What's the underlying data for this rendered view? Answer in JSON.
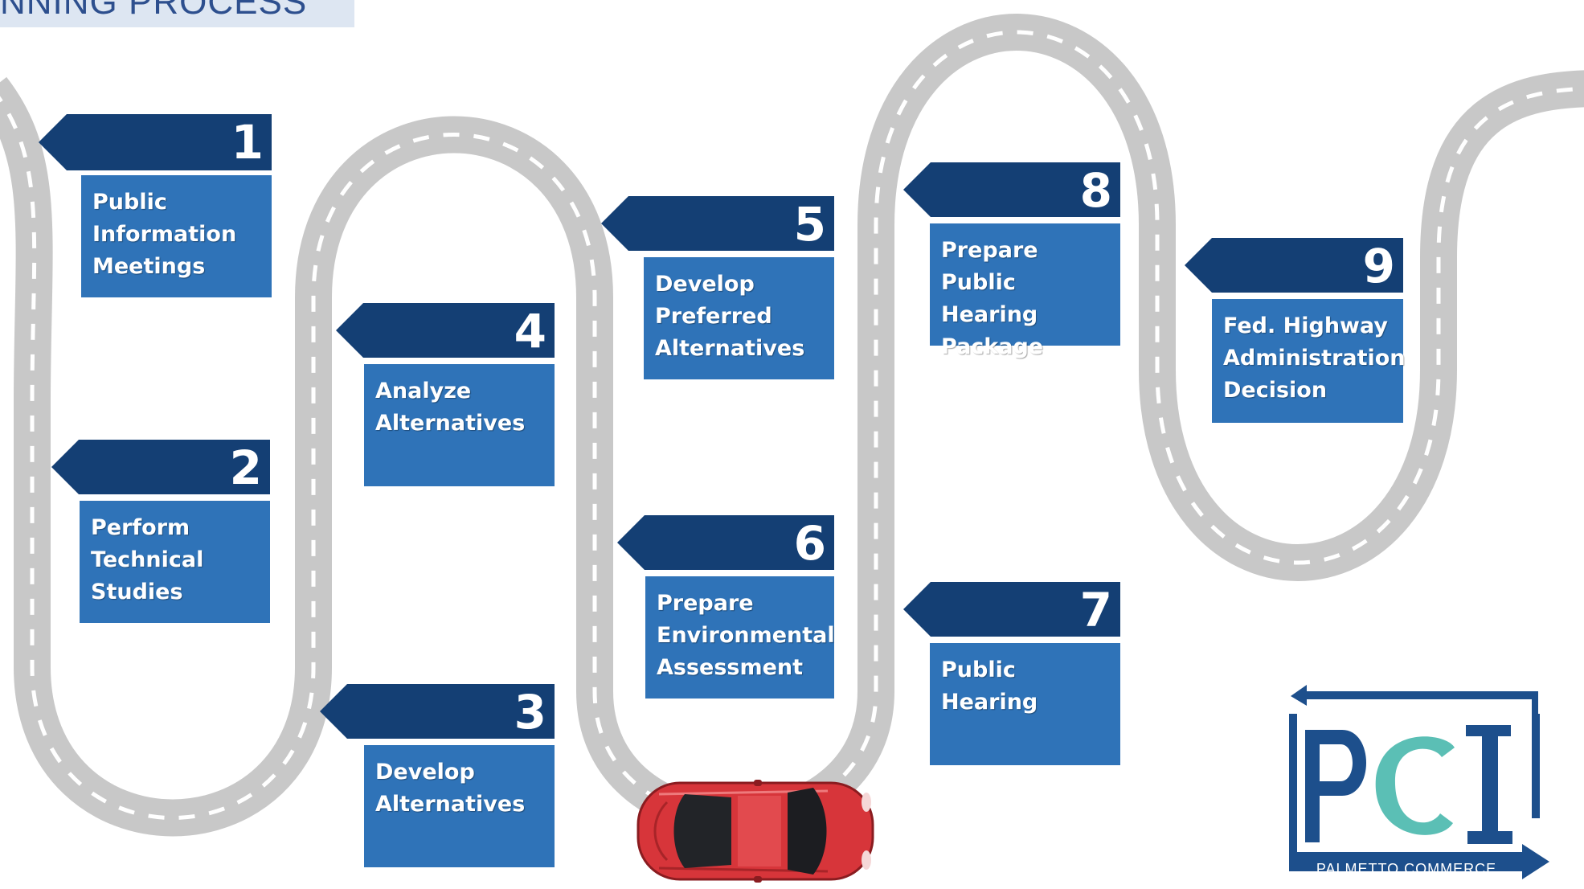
{
  "header": {
    "title": "NNING PROCESS"
  },
  "steps": [
    {
      "number": "1",
      "label": "Public Information\nMeetings"
    },
    {
      "number": "2",
      "label": "Perform Technical\nStudies"
    },
    {
      "number": "3",
      "label": "Develop\nAlternatives"
    },
    {
      "number": "4",
      "label": "Analyze\nAlternatives"
    },
    {
      "number": "5",
      "label": "Develop Preferred\nAlternatives"
    },
    {
      "number": "6",
      "label": "Prepare\nEnvironmental\nAssessment"
    },
    {
      "number": "7",
      "label": "Public Hearing"
    },
    {
      "number": "8",
      "label": "Prepare Public\nHearing Package"
    },
    {
      "number": "9",
      "label": "Fed. Highway\nAdministration\nDecision"
    }
  ],
  "logo": {
    "letters": "PCI",
    "caption": "PALMETTO COMMERCE"
  },
  "colors": {
    "road": "#c8c8c8",
    "road_marking": "#ffffff",
    "tag_dark": "#143f74",
    "box_blue": "#2f73b8",
    "car_red": "#d7353a",
    "logo_blue": "#1d4f8c",
    "logo_teal": "#5bbfb5"
  },
  "icons": {
    "vehicle": "red-car-icon",
    "logo": "pci-logo"
  }
}
